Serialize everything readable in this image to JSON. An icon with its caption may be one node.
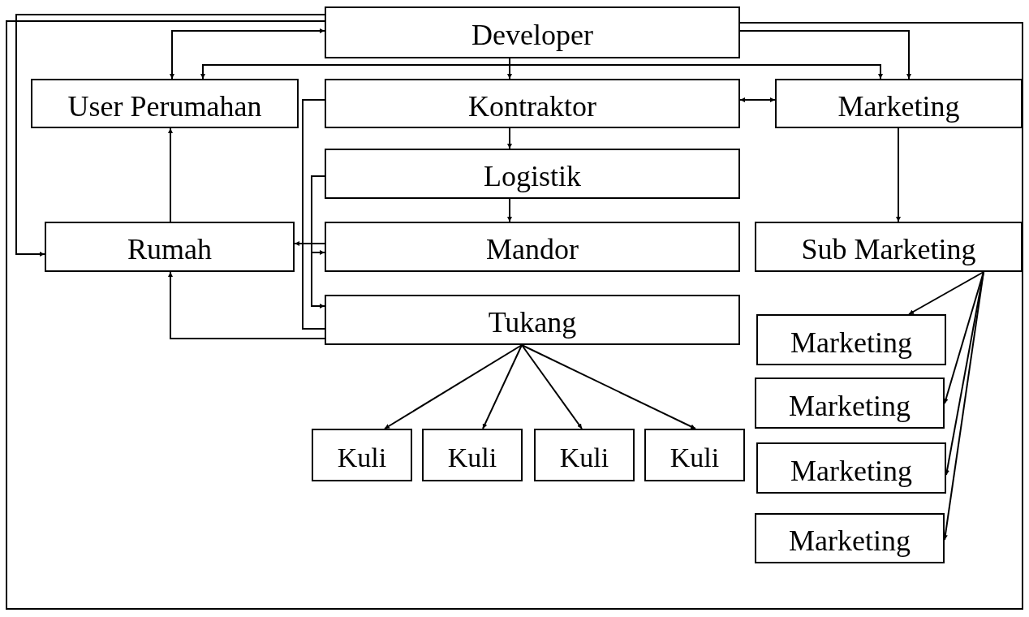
{
  "diagram": {
    "nodes": [
      {
        "text": [
          "Developer"
        ]
      },
      {
        "text": [
          "User Perumahan"
        ]
      },
      {
        "text": [
          "Kontraktor"
        ]
      },
      {
        "text": [
          "Marketing"
        ]
      },
      {
        "text": [
          "Logistik"
        ]
      },
      {
        "text": [
          "Rumah"
        ]
      },
      {
        "text": [
          "Mandor"
        ]
      },
      {
        "text": [
          "Sub Marketing"
        ]
      },
      {
        "text": [
          "Tukang"
        ]
      },
      {
        "text": [
          "Marketing"
        ]
      },
      {
        "text": [
          "Marketing"
        ]
      },
      {
        "text": [
          "Marketing"
        ]
      },
      {
        "text": [
          "Marketing"
        ]
      },
      {
        "text": [
          "Kuli"
        ]
      },
      {
        "text": [
          "Kuli"
        ]
      },
      {
        "text": [
          "Kuli"
        ]
      },
      {
        "text": [
          "Kuli"
        ]
      }
    ],
    "edges": [
      {
        "from": 0,
        "to": 1,
        "arrow": "both"
      },
      {
        "from": 0,
        "to": 1,
        "arrow": "to"
      },
      {
        "from": 0,
        "to": 2,
        "arrow": "to"
      },
      {
        "from": 0,
        "to": 3,
        "arrow": "to"
      },
      {
        "from": 0,
        "to": 3,
        "arrow": "to"
      },
      {
        "from": 2,
        "to": 3,
        "arrow": "both"
      },
      {
        "from": 2,
        "to": 4,
        "arrow": "to"
      },
      {
        "from": 4,
        "to": 6,
        "arrow": "to"
      },
      {
        "from": 3,
        "to": 7,
        "arrow": "to"
      },
      {
        "from": 5,
        "to": 1,
        "arrow": "to"
      },
      {
        "from": 0,
        "to": 5,
        "arrow": "to"
      },
      {
        "from": 8,
        "to": 5,
        "arrow": "to"
      },
      {
        "from": 2,
        "to": 8,
        "arrow": "none"
      },
      {
        "from": 6,
        "to": 5,
        "arrow": "to"
      },
      {
        "from": 4,
        "to": 6,
        "arrow": "to"
      },
      {
        "from": 4,
        "to": 8,
        "arrow": "to"
      },
      {
        "from": 8,
        "to": 13,
        "arrow": "to"
      },
      {
        "from": 8,
        "to": 14,
        "arrow": "to"
      },
      {
        "from": 8,
        "to": 15,
        "arrow": "to"
      },
      {
        "from": 8,
        "to": 16,
        "arrow": "to"
      },
      {
        "from": 7,
        "to": 9,
        "arrow": "to"
      },
      {
        "from": 7,
        "to": 10,
        "arrow": "to"
      },
      {
        "from": 7,
        "to": 11,
        "arrow": "to"
      },
      {
        "from": 7,
        "to": 12,
        "arrow": "to"
      }
    ]
  }
}
